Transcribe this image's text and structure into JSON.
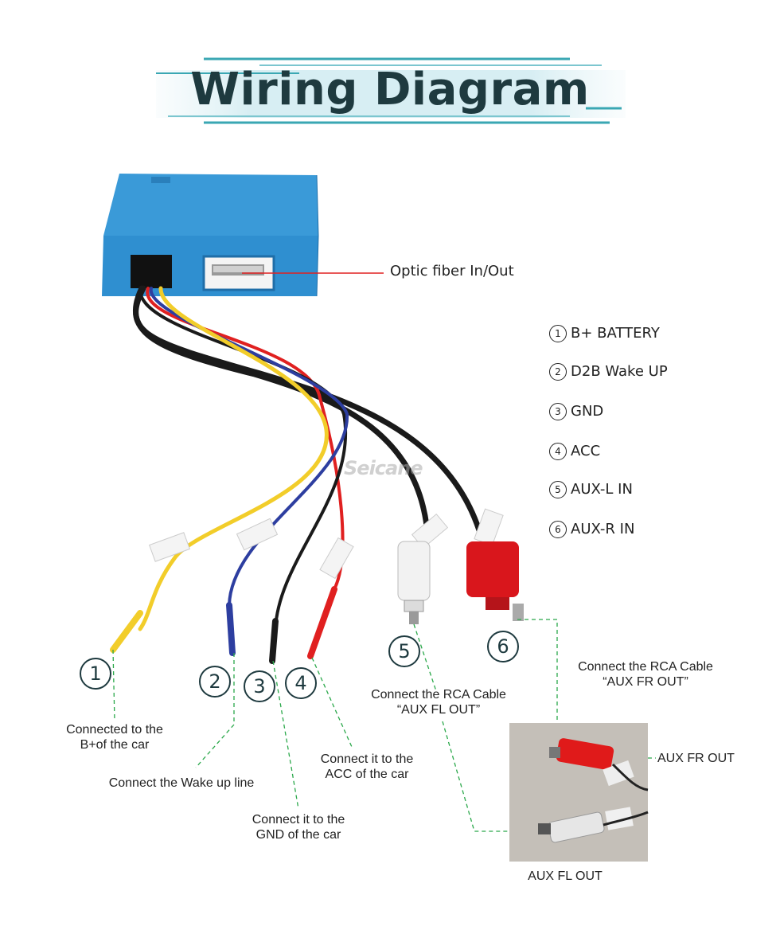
{
  "title": "Wiring Diagram",
  "watermark": "Seicane",
  "optic_label": "Optic fiber In/Out",
  "legend": [
    {
      "num": "1",
      "text": "B+ BATTERY"
    },
    {
      "num": "2",
      "text": "D2B Wake UP"
    },
    {
      "num": "3",
      "text": "GND"
    },
    {
      "num": "4",
      "text": "ACC"
    },
    {
      "num": "5",
      "text": "AUX-L IN"
    },
    {
      "num": "6",
      "text": "AUX-R IN"
    }
  ],
  "wire_numbers": [
    "1",
    "2",
    "3",
    "4",
    "5",
    "6"
  ],
  "annotations": {
    "wire1_line1": "Connected to the",
    "wire1_line2": "B+of the car",
    "wire2": "Connect the Wake up line",
    "wire3_line1": "Connect it to the",
    "wire3_line2": "GND of the car",
    "wire4_line1": "Connect it to the",
    "wire4_line2": "ACC of the car",
    "rca5_line1": "Connect the RCA Cable",
    "rca5_line2": "“AUX FL OUT”",
    "rca6_line1": "Connect the RCA Cable",
    "rca6_line2": "“AUX FR OUT”",
    "photo_fr": "AUX FR OUT",
    "photo_fl": "AUX FL OUT"
  },
  "colors": {
    "title": "#1e3a3f",
    "box_blue": "#2f8fd0",
    "wire_yellow": "#f2cd2a",
    "wire_blue": "#2d3ea0",
    "wire_black": "#1a1a1a",
    "wire_red": "#e02020",
    "leader_green": "#2aa84a",
    "rca_red": "#d9161c",
    "rca_white": "#f2f2f2"
  }
}
